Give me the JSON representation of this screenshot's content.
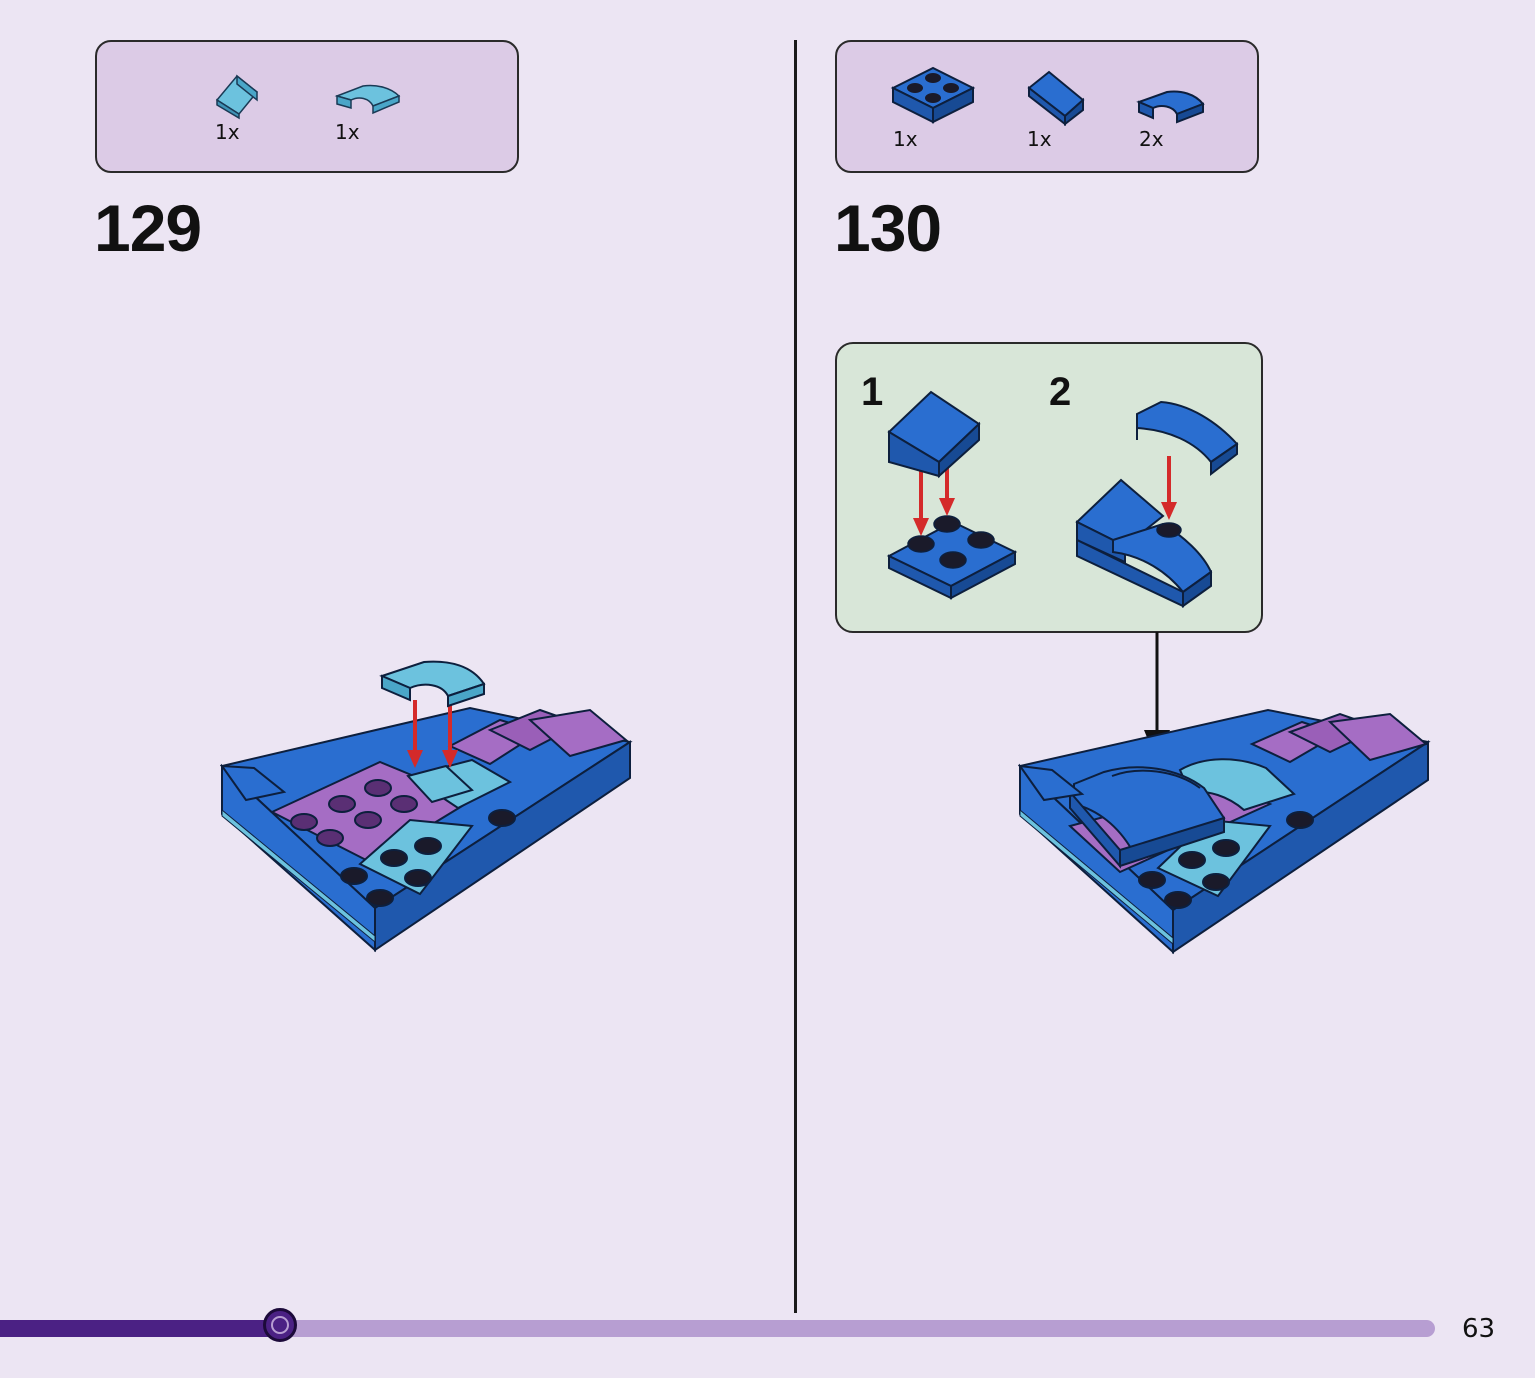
{
  "steps": [
    {
      "number": "129",
      "parts": [
        {
          "qty": "1x",
          "icon": "light-blue-slope-icon"
        },
        {
          "qty": "1x",
          "icon": "light-blue-curved-tile-icon"
        }
      ]
    },
    {
      "number": "130",
      "parts": [
        {
          "qty": "1x",
          "icon": "blue-2x2-plate-icon"
        },
        {
          "qty": "1x",
          "icon": "blue-slope-icon"
        },
        {
          "qty": "2x",
          "icon": "blue-curved-tile-icon"
        }
      ],
      "substeps": [
        "1",
        "2"
      ]
    }
  ],
  "progress": {
    "fraction": 0.195
  },
  "page_number": "63",
  "colors": {
    "background": "#ece5f3",
    "parts_box": "#dccbe6",
    "substep_box": "#d8e6d8",
    "brick_blue": "#2a6ed0",
    "brick_light_blue": "#6cc2de",
    "brick_purple": "#a56dc4",
    "arrow_red": "#d42a2a",
    "progress_fill": "#4b2184",
    "progress_track": "#b79ed2"
  }
}
